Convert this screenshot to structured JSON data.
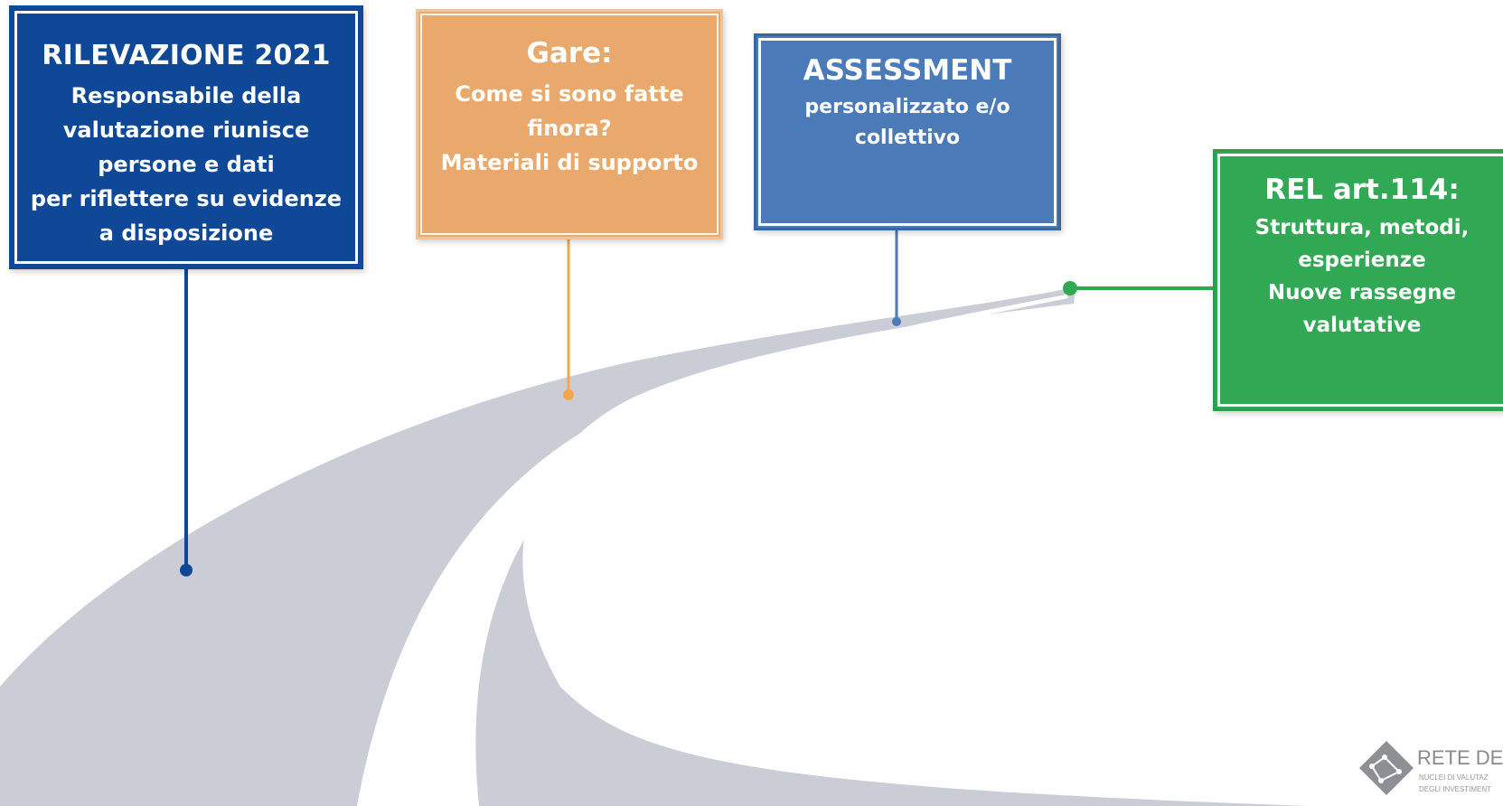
{
  "milestones": {
    "rilevazione": {
      "title": "RILEVAZIONE 2021",
      "lines": [
        "Responsabile della",
        "valutazione riunisce",
        "persone e dati",
        "per riflettere su evidenze",
        "a disposizione"
      ],
      "color": "#0e4896"
    },
    "gare": {
      "title": "Gare:",
      "lines": [
        "Come si sono fatte",
        "finora?",
        "Materiali di supporto"
      ],
      "color": "#eaa96c"
    },
    "assessment": {
      "title": "ASSESSMENT",
      "lines": [
        "personalizzato e/o",
        "collettivo"
      ],
      "color": "#4a7ab8"
    },
    "rel": {
      "title": "REL art.114:",
      "lines": [
        "Struttura, metodi,",
        "esperienze",
        "Nuove rassegne",
        "valutative"
      ],
      "color": "#31a853"
    }
  },
  "road_color": "#cbcdd6",
  "logo": {
    "name": "RETE DEI",
    "sub1": "NUCLEI DI VALUTAZ",
    "sub2": "DEGLI INVESTIMENT"
  }
}
